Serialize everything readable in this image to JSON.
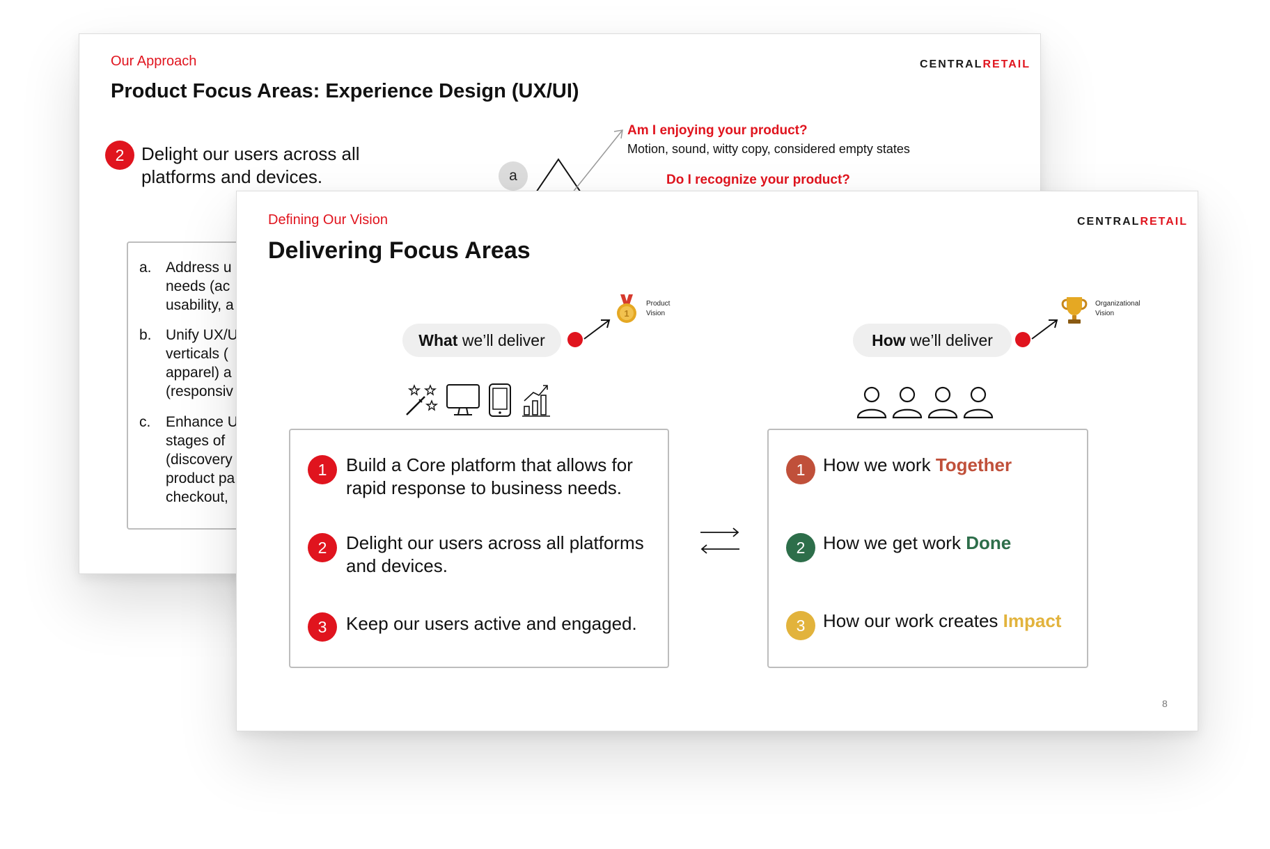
{
  "back_slide": {
    "section": "Our Approach",
    "brand_dark": "CENTRAL",
    "brand_red": "RETAIL",
    "title": "Product Focus Areas: Experience Design (UX/UI)",
    "focus_number": "2",
    "focus_text_line1": "Delight our users across all",
    "focus_text_line2": "platforms and devices.",
    "pyramid_label": "a",
    "question1": "Am I enjoying your product?",
    "question1_detail": "Motion, sound, witty copy, considered empty states",
    "question2": "Do I recognize your product?",
    "list": [
      {
        "marker": "a.",
        "lines": [
          "Address u",
          "needs (ac",
          "usability, a"
        ]
      },
      {
        "marker": "b.",
        "lines": [
          "Unify UX/U",
          "verticals (",
          "apparel) a",
          "(responsiv"
        ]
      },
      {
        "marker": "c.",
        "lines": [
          "Enhance U",
          "stages of",
          "(discovery",
          "product pa",
          "checkout,"
        ]
      }
    ]
  },
  "front_slide": {
    "section": "Defining Our Vision",
    "brand_dark": "CENTRAL",
    "brand_red": "RETAIL",
    "title": "Delivering Focus Areas",
    "page_number": "8",
    "what": {
      "bold": "What",
      "rest": " we’ll deliver",
      "badge_line1": "Product",
      "badge_line2": "Vision",
      "icons": [
        "magic-wand-icon",
        "monitor-icon",
        "tablet-icon",
        "bar-chart-icon"
      ],
      "items": [
        {
          "number": "1",
          "lines": [
            "Build a Core platform that allows for",
            "rapid response to business needs."
          ]
        },
        {
          "number": "2",
          "lines": [
            "Delight our users across all platforms",
            "and devices."
          ]
        },
        {
          "number": "3",
          "lines": [
            "Keep our users active and engaged."
          ]
        }
      ]
    },
    "how": {
      "bold": "How",
      "rest": " we’ll deliver",
      "badge_line1": "Organizational",
      "badge_line2": "Vision",
      "icons": [
        "person-icon",
        "person-icon",
        "person-icon",
        "person-icon"
      ],
      "items": [
        {
          "number": "1",
          "prefix": "How we work ",
          "emphasis": "Together",
          "color": "#c0503a"
        },
        {
          "number": "2",
          "prefix": "How we get work ",
          "emphasis": "Done",
          "color": "#2d6e4a"
        },
        {
          "number": "3",
          "prefix": "How our work creates ",
          "emphasis": "Impact",
          "color": "#e2b33c"
        }
      ]
    }
  },
  "colors": {
    "brand_red": "#e0141e",
    "together": "#c0503a",
    "done": "#2d6e4a",
    "impact": "#e2b33c",
    "gold": "#e5a823"
  }
}
